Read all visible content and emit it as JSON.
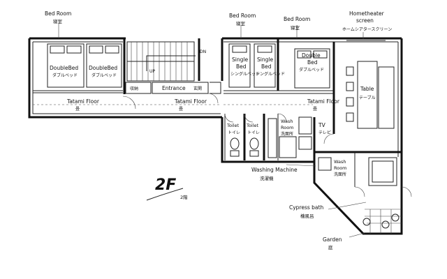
{
  "plan": {
    "floor_label": "2F",
    "floor_label_ja": "2階",
    "rooms": {
      "bedroom_left": {
        "label": "Bed Room",
        "label_ja": "寝室"
      },
      "bedroom_mid": {
        "label": "Bed Room",
        "label_ja": "寝室"
      },
      "bedroom_right": {
        "label": "Bed Room",
        "label_ja": "寝室"
      },
      "home_theater": {
        "label": "Hometheater",
        "label2": "screen",
        "label_ja": "ホームシアタースクリーン"
      },
      "double_bed_1": {
        "label": "DoubleBed",
        "label_ja": "ダブルベッド"
      },
      "double_bed_2": {
        "label": "DoubleBed",
        "label_ja": "ダブルベッド"
      },
      "single_bed_1": {
        "label": "Single",
        "label2": "Bed",
        "label_ja": "シングルベッド"
      },
      "single_bed_2": {
        "label": "Single",
        "label2": "Bed",
        "label_ja": "シングルベッド"
      },
      "double_bed_3": {
        "label": "Double",
        "label2": "Bed",
        "label_ja": "ダブルベッド"
      },
      "table": {
        "label": "Table",
        "label_ja": "テーブル"
      },
      "stairs_dn": "DN",
      "stairs_up": "UP",
      "storage": "収納",
      "entrance": {
        "label": "Entrance",
        "label_ja": "玄関"
      },
      "tatami_left": {
        "label": "Tatami Floor",
        "label_ja": "畳"
      },
      "tatami_mid": {
        "label": "Tatami Floor",
        "label_ja": "畳"
      },
      "tatami_right": {
        "label": "Tatami Floor",
        "label_ja": "畳"
      },
      "toilet_1": {
        "label": "Toilet",
        "label_ja": "トイレ"
      },
      "toilet_2": {
        "label": "Toilet",
        "label_ja": "トイレ"
      },
      "wash_room_1": {
        "label": "Wash",
        "label2": "Room",
        "label_ja": "洗面所"
      },
      "tv": {
        "label": "TV",
        "label_ja": "テレビ"
      },
      "wash_room_2": {
        "label": "Wash",
        "label2": "Room",
        "label_ja": "洗面所"
      },
      "washing_machine": {
        "label": "Washing Machine",
        "label_ja": "洗濯機"
      },
      "cypress_bath": {
        "label": "Cypress bath",
        "label_ja": "檜風呂"
      },
      "garden": {
        "label": "Garden",
        "label_ja": "庭"
      }
    }
  }
}
